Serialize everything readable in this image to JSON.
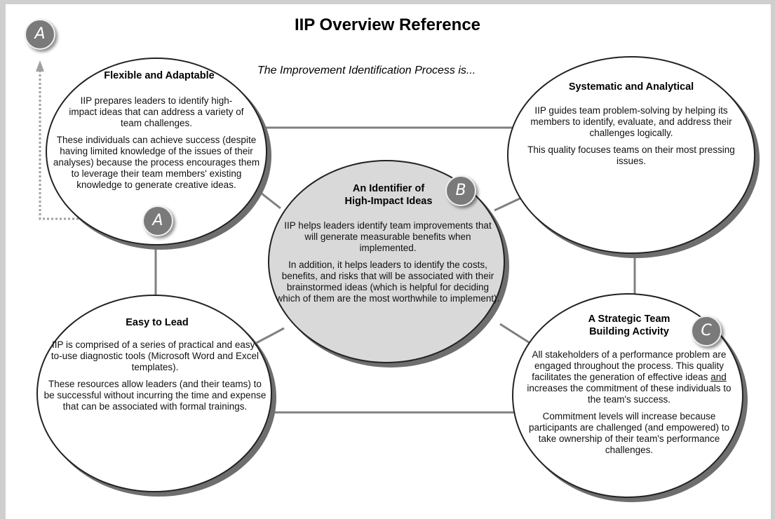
{
  "title": "IIP Overview Reference",
  "subtitle": "The Improvement Identification Process is...",
  "badges": {
    "a": "A",
    "b": "B",
    "c": "C"
  },
  "flexible": {
    "title": "Flexible and Adaptable",
    "p1": "IIP prepares leaders to identify high-impact ideas that can address a variety of team challenges.",
    "p2": "These individuals can achieve success (despite having limited knowledge of the issues of their analyses) because the process encourages them to leverage their team members' existing knowledge to generate creative ideas."
  },
  "systematic": {
    "title": "Systematic and Analytical",
    "p1": "IIP guides team problem-solving by helping its members to identify, evaluate, and address their challenges logically.",
    "p2": "This quality focuses teams on their most pressing issues."
  },
  "identifier": {
    "title1": "An Identifier of",
    "title2": "High-Impact Ideas",
    "p1": "IIP helps leaders identify team improvements that will generate measurable benefits when implemented.",
    "p2": "In addition, it helps leaders to identify the costs, benefits, and risks that will be associated with their brainstormed ideas (which is helpful for deciding which of them are the most worthwhile to implement)."
  },
  "easy": {
    "title": "Easy to Lead",
    "p1": "IIP is comprised of a series of practical and easy-to-use diagnostic tools (Microsoft Word and Excel templates).",
    "p2": "These resources allow leaders (and their teams) to be successful without incurring the time and expense that can be associated with formal trainings."
  },
  "strategic": {
    "title1": "A Strategic Team",
    "title2": "Building Activity",
    "p1a": "All stakeholders of a performance problem are engaged throughout the process. This quality facilitates the generation of effective ideas ",
    "p1u": "and",
    "p1b": " increases the commitment of these individuals to the team's success.",
    "p2": "Commitment levels will increase because participants are challenged (and empowered) to take ownership of their team's performance challenges."
  },
  "colors": {
    "line": "#808080",
    "badge": "#7a7a7a",
    "center_fill": "#d9d9d9",
    "arrow": "#a0a0a0"
  }
}
